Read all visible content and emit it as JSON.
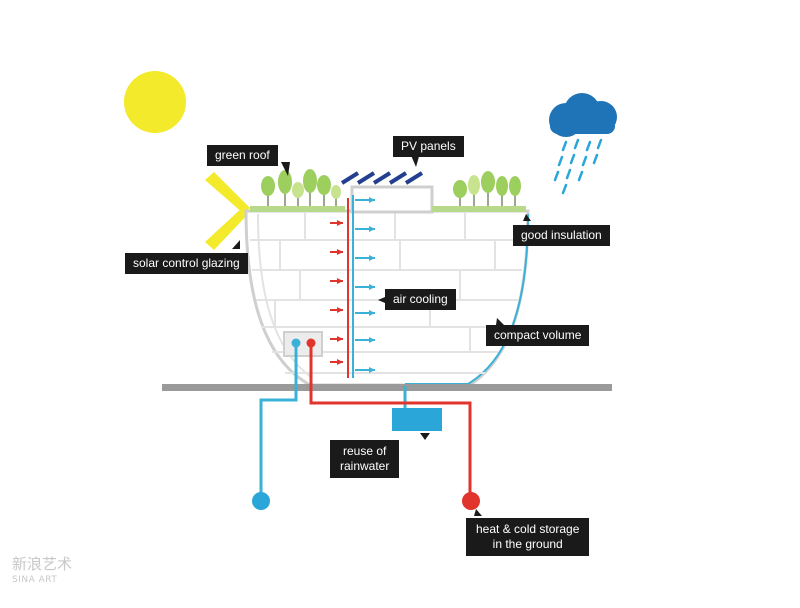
{
  "labels": {
    "green_roof": "green roof",
    "pv_panels": "PV panels",
    "good_insulation": "good insulation",
    "solar_control_glazing": "solar control glazing",
    "air_cooling": "air cooling",
    "compact_volume": "compact volume",
    "reuse_of_rainwater": "reuse of\nrainwater",
    "heat_cold_storage": "heat & cold storage\nin the ground"
  },
  "watermark": {
    "text": "新浪艺术",
    "sub": "SINA ART"
  },
  "colors": {
    "sun": "#f3ea2b",
    "cloud": "#1f73b7",
    "rain": "#2aa6d9",
    "tree": "#9dcf5f",
    "roof_soil": "#b9d98a",
    "pv": "#243f8f",
    "cold_pipe": "#3ab2d8",
    "hot_pipe": "#e0342c",
    "ground": "#9a9a9a",
    "building_outline": "#cfcfcf",
    "label_bg": "#1a1a1a"
  },
  "icons": [
    "sun-icon",
    "rain-cloud-icon",
    "tree-icon",
    "pv-panel-icon"
  ]
}
